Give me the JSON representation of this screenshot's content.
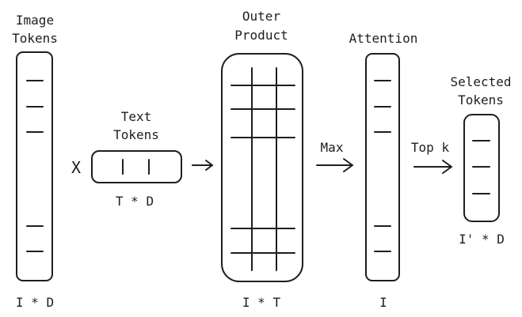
{
  "image_tokens": {
    "label_line1": "Image",
    "label_line2": "Tokens",
    "dims": "I * D"
  },
  "operator_multiply": "X",
  "text_tokens": {
    "label_line1": "Text",
    "label_line2": "Tokens",
    "dims": "T * D"
  },
  "outer_product": {
    "label_line1": "Outer",
    "label_line2": "Product",
    "dims": "I * T"
  },
  "max_label": "Max",
  "attention": {
    "label": "Attention",
    "dims": "I"
  },
  "topk_label": "Top k",
  "selected_tokens": {
    "label_line1": "Selected",
    "label_line2": "Tokens",
    "dims": "I' * D"
  }
}
